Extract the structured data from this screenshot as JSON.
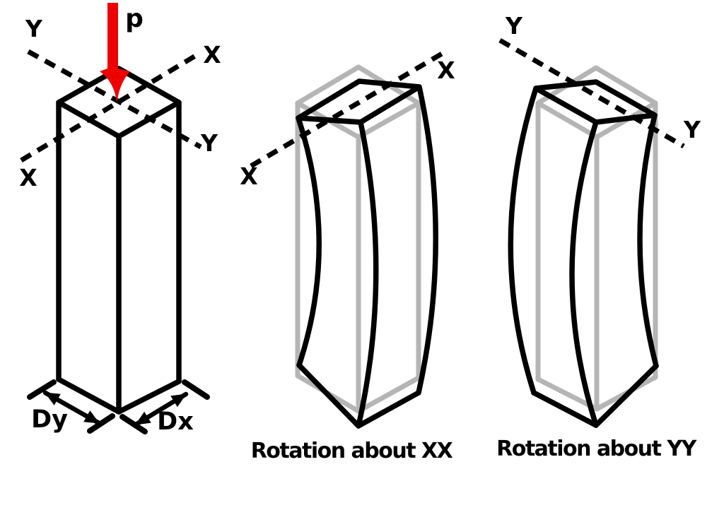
{
  "colors": {
    "ink": "#000000",
    "ghost": "#b5b5b5",
    "load": "#ee0000",
    "bg": "#ffffff"
  },
  "fig1": {
    "load_label": "p",
    "y_axis_label": "Y",
    "x_axis_label": "X",
    "depth_dim_label": "Dy",
    "width_dim_label": "Dx"
  },
  "fig2": {
    "x_axis_label": "X",
    "caption": "Rotation about XX"
  },
  "fig3": {
    "y_axis_label": "Y",
    "caption": "Rotation about YY"
  }
}
